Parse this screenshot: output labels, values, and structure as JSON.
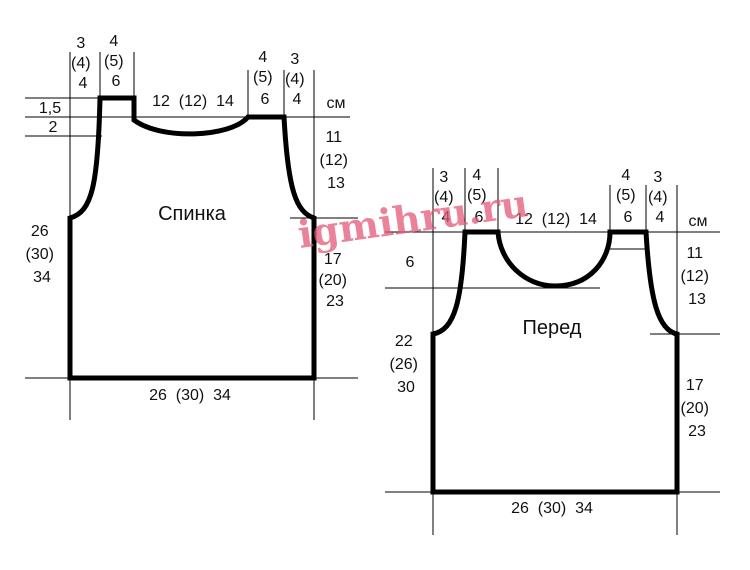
{
  "back": {
    "title": "Спинка",
    "side_width": [
      "3",
      "(4)",
      "4"
    ],
    "shoulder_width": [
      "4",
      "(5)",
      "6"
    ],
    "neck_width": "12  (12)  14",
    "shoulder_width_right": [
      "4",
      "(5)",
      "6"
    ],
    "side_width_right": [
      "3",
      "(4)",
      "4"
    ],
    "unit": "см",
    "shoulder_slope": "1,5",
    "neck_depth": "2",
    "armhole_height": [
      "11",
      "(12)",
      "13"
    ],
    "side_height_left": [
      "26",
      "(30)",
      "34"
    ],
    "side_height_right": [
      "17",
      "(20)",
      "23"
    ],
    "bottom_width": "26  (30)  34"
  },
  "front": {
    "title": "Перед",
    "side_width": [
      "3",
      "(4)",
      "4"
    ],
    "shoulder_width": [
      "4",
      "(5)",
      "6"
    ],
    "neck_width": "12  (12)  14",
    "shoulder_width_right": [
      "4",
      "(5)",
      "6"
    ],
    "side_width_right": [
      "3",
      "(4)",
      "4"
    ],
    "unit": "см",
    "neck_depth": "6",
    "armhole_height": [
      "11",
      "(12)",
      "13"
    ],
    "side_height_left": [
      "22",
      "(26)",
      "30"
    ],
    "side_height_right": [
      "17",
      "(20)",
      "23"
    ],
    "bottom_width": "26  (30)  34"
  },
  "watermark": "igmihru.ru"
}
